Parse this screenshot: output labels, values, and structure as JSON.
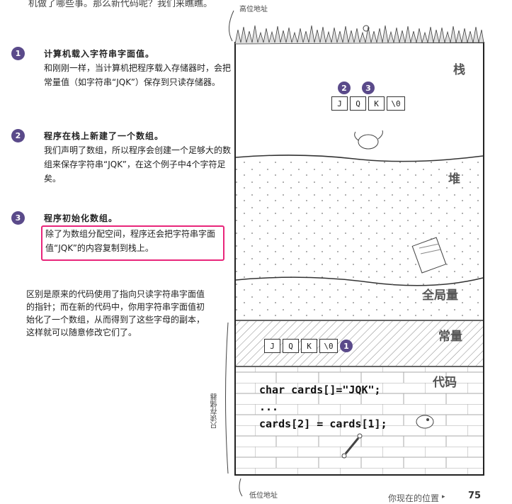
{
  "page": {
    "top_text": "机做了哪些事。那么新代码呢？我们来瞧瞧。",
    "page_number": "75",
    "footer_label": "你现在的位置",
    "footer_arrow": "▸"
  },
  "steps": [
    {
      "badge": "1",
      "title": "计算机载入字符串字面值。",
      "body": "和刚刚一样，当计算机把程序载入存储器时，会把常量值（如字符串“JQK”）保存到只读存储器。"
    },
    {
      "badge": "2",
      "title": "程序在栈上新建了一个数组。",
      "body": "我们声明了数组，所以程序会创建一个足够大的数组来保存字符串“JQK”，在这个例子中4个字符足矣。"
    },
    {
      "badge": "3",
      "title": "程序初始化数组。",
      "body": "除了为数组分配空间，程序还会把字符串字面值“JQK”的内容复制到栈上。"
    }
  ],
  "paragraph": "区别是原来的代码使用了指向只读字符串字面值的指针；而在新的代码中，你用字符串字面值初始化了一个数组，从而得到了这些字母的副本，这样就可以随意修改它们了。",
  "diagram": {
    "high_address": "高位地址",
    "low_address": "低位地址",
    "read_only_label": "只读存储器",
    "segments": {
      "stack": "栈",
      "heap": "堆",
      "globals": "全局量",
      "constants": "常量",
      "code": "代码"
    },
    "stack_cells": [
      "J",
      "Q",
      "K",
      "\\0"
    ],
    "stack_badges": [
      "2",
      "3"
    ],
    "constant_cells": [
      "J",
      "Q",
      "K",
      "\\0"
    ],
    "constant_badge": "1",
    "code_lines": [
      "char cards[]=\"JQK\";",
      "...",
      "cards[2] = cards[1];"
    ]
  },
  "icons": {
    "badge_color": "#5a4a8a",
    "highlight_color": "#e8257a"
  }
}
